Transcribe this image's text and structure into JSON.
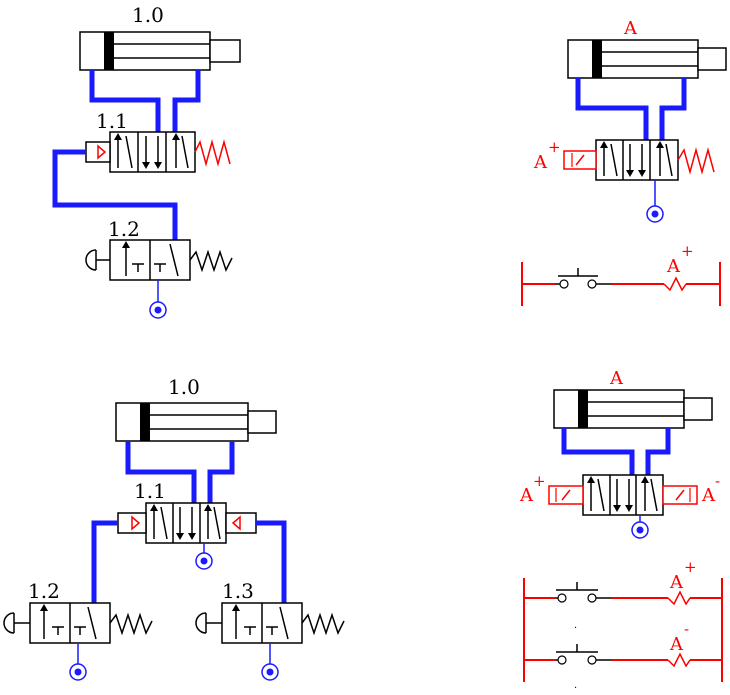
{
  "colors": {
    "air_line": "#1a1aff",
    "electric": "#ff0000",
    "outline": "#000000",
    "background": "#ffffff"
  },
  "quadrants": {
    "top_left": {
      "cylinder_label": "1.0",
      "valve_label": "1.1",
      "button_valve_label": "1.2"
    },
    "top_right": {
      "cylinder_label": "A",
      "solenoid_label": "A",
      "solenoid_sign": "+",
      "coil_label": "A",
      "coil_sign": "+"
    },
    "bottom_left": {
      "cylinder_label": "1.0",
      "valve_label": "1.1",
      "button_valve_left_label": "1.2",
      "button_valve_right_label": "1.3"
    },
    "bottom_right": {
      "cylinder_label": "A",
      "solenoid_plus_label": "A",
      "solenoid_plus_sign": "+",
      "solenoid_minus_label": "A",
      "solenoid_minus_sign": "-",
      "coil_plus_label": "A",
      "coil_plus_sign": "+",
      "coil_minus_label": "A",
      "coil_minus_sign": "-"
    }
  }
}
